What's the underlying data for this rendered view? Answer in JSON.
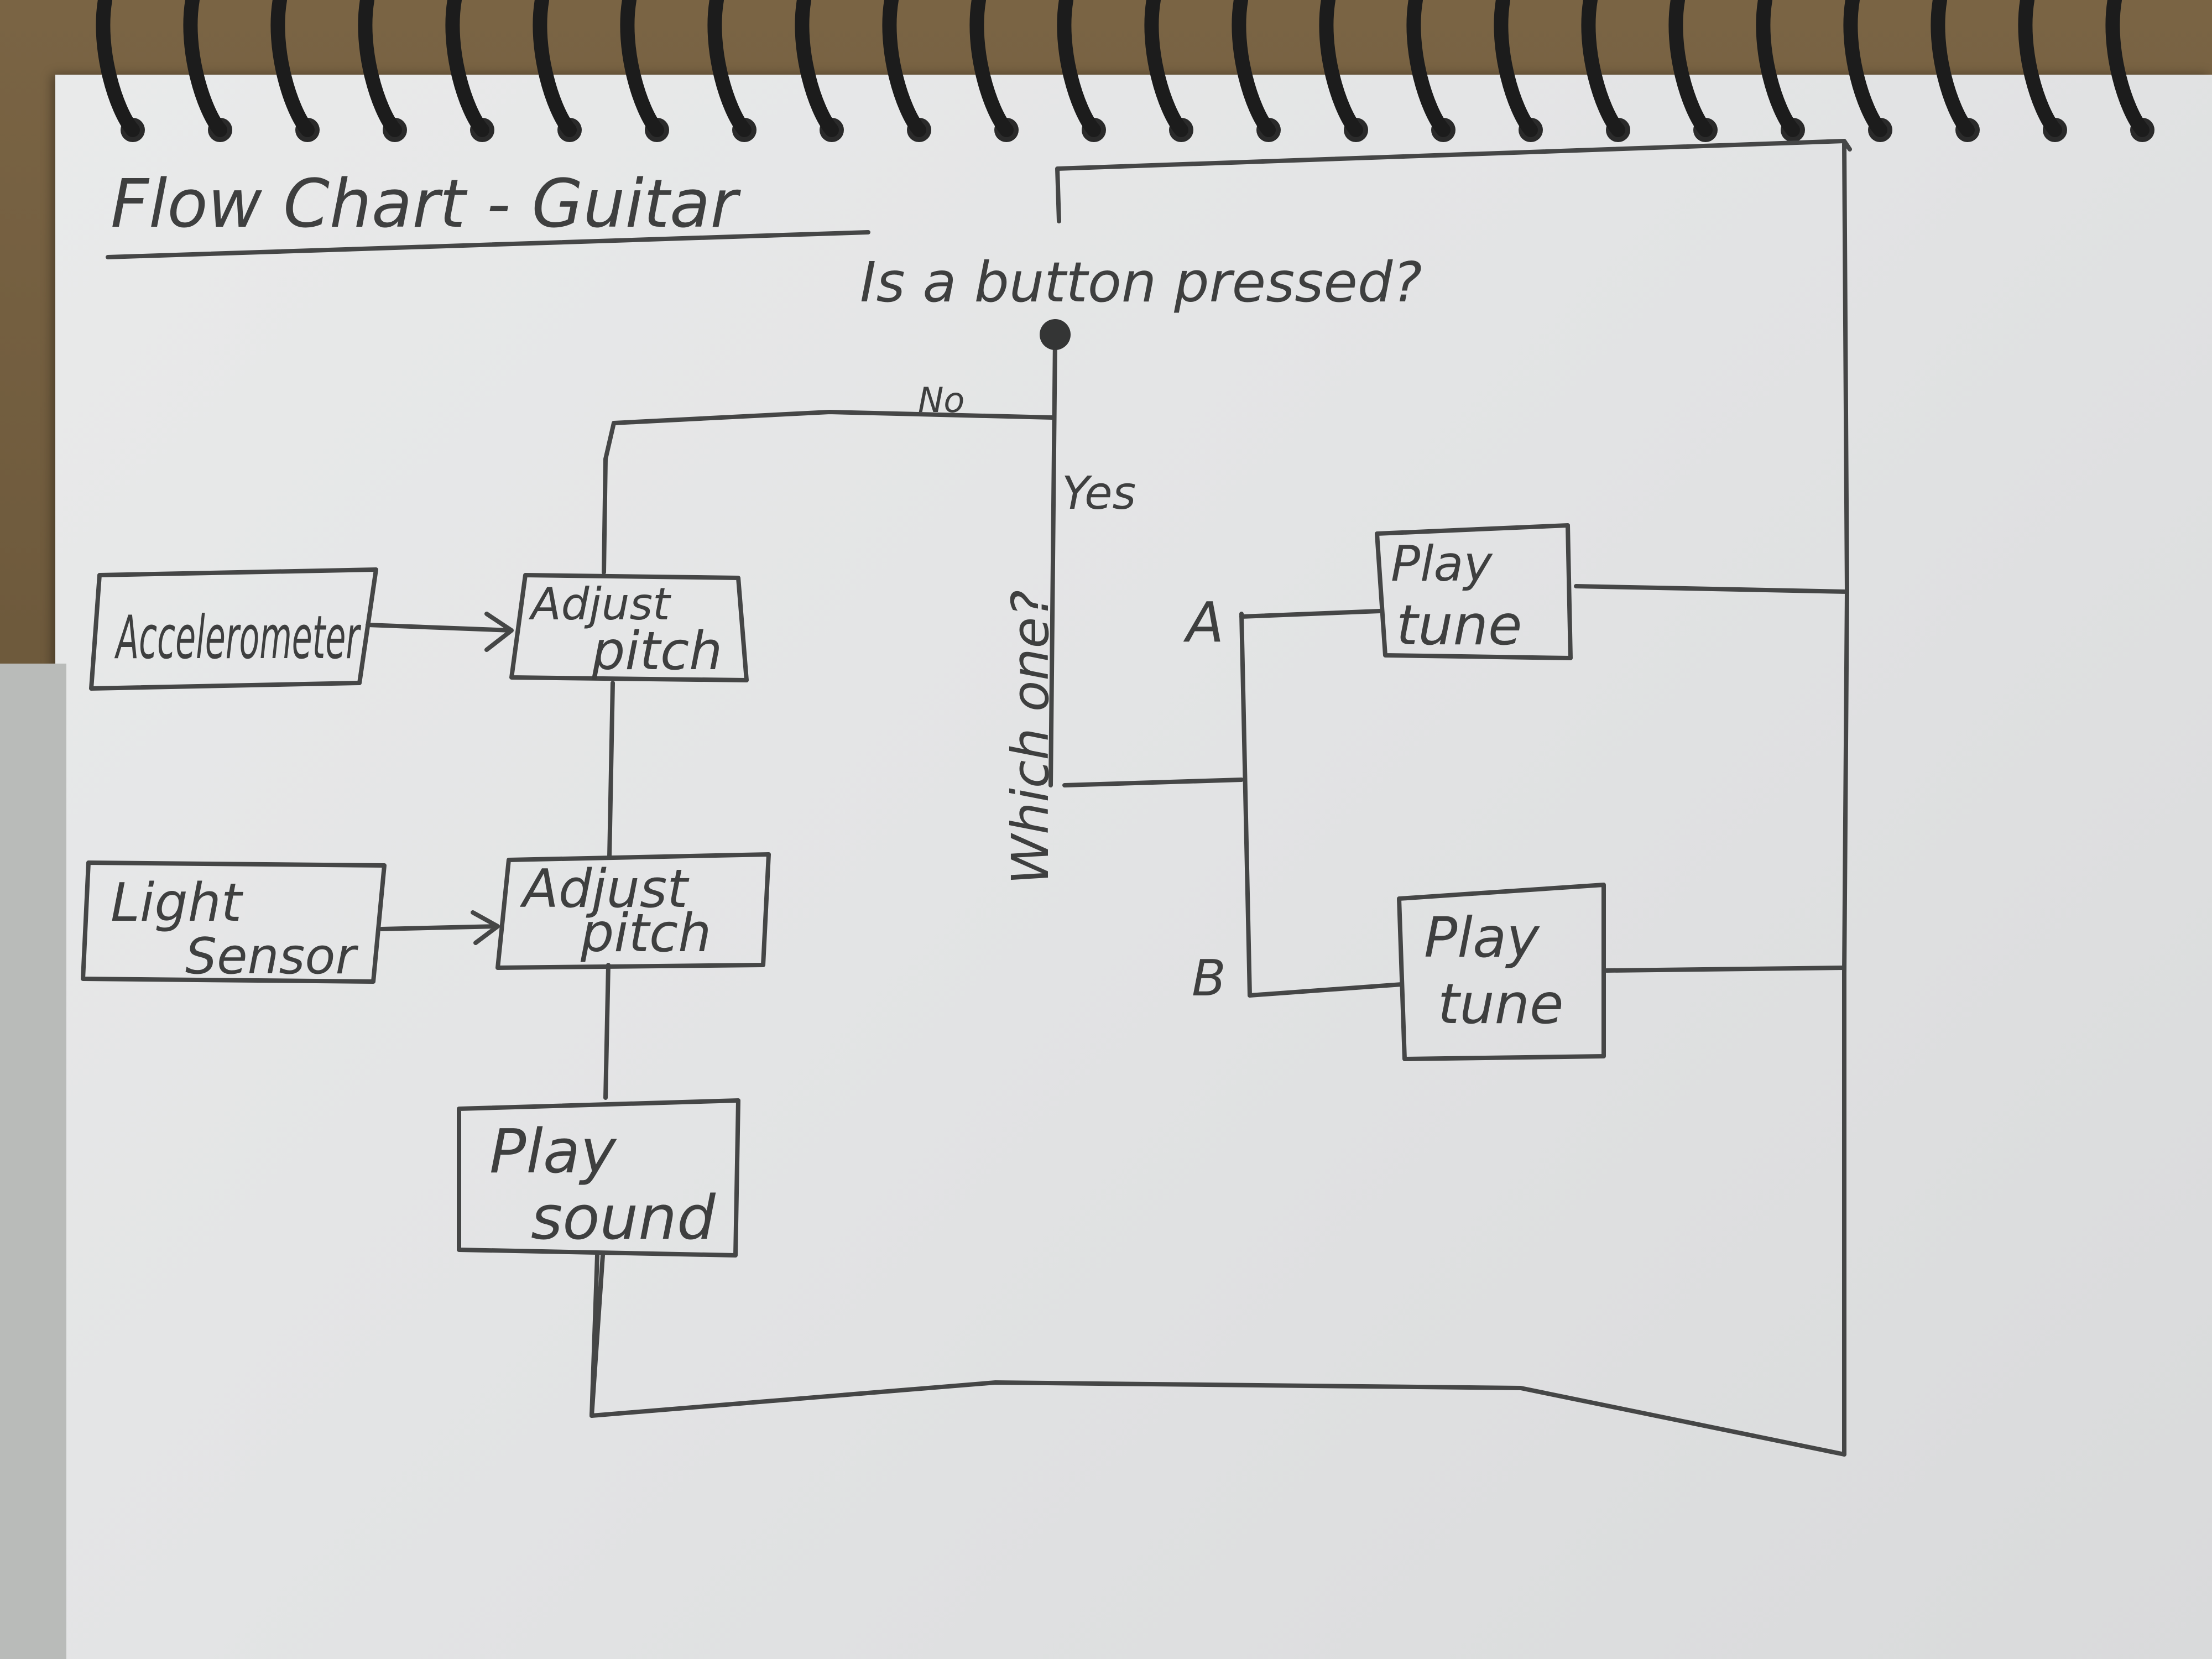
{
  "title": "Flow Chart - Guitar",
  "decision": {
    "question": "Is a button pressed?",
    "no_label": "No",
    "yes_label": "Yes",
    "which_label": "Which one?",
    "a_label": "A",
    "b_label": "B"
  },
  "nodes": {
    "accelerometer": "Accelerometer",
    "light_sensor": [
      "Light",
      "Sensor"
    ],
    "adjust_pitch_1": [
      "Adjust",
      "pitch"
    ],
    "adjust_pitch_2": [
      "Adjust",
      "pitch"
    ],
    "play_sound": [
      "Play",
      "sound"
    ],
    "play_tune_a": [
      "Play",
      "tune"
    ],
    "play_tune_b": [
      "Play",
      "tune"
    ]
  },
  "colors": {
    "pencil": "#3e3f3f",
    "paper": "#e6e7e7",
    "spiral": "#1c1c1c"
  }
}
